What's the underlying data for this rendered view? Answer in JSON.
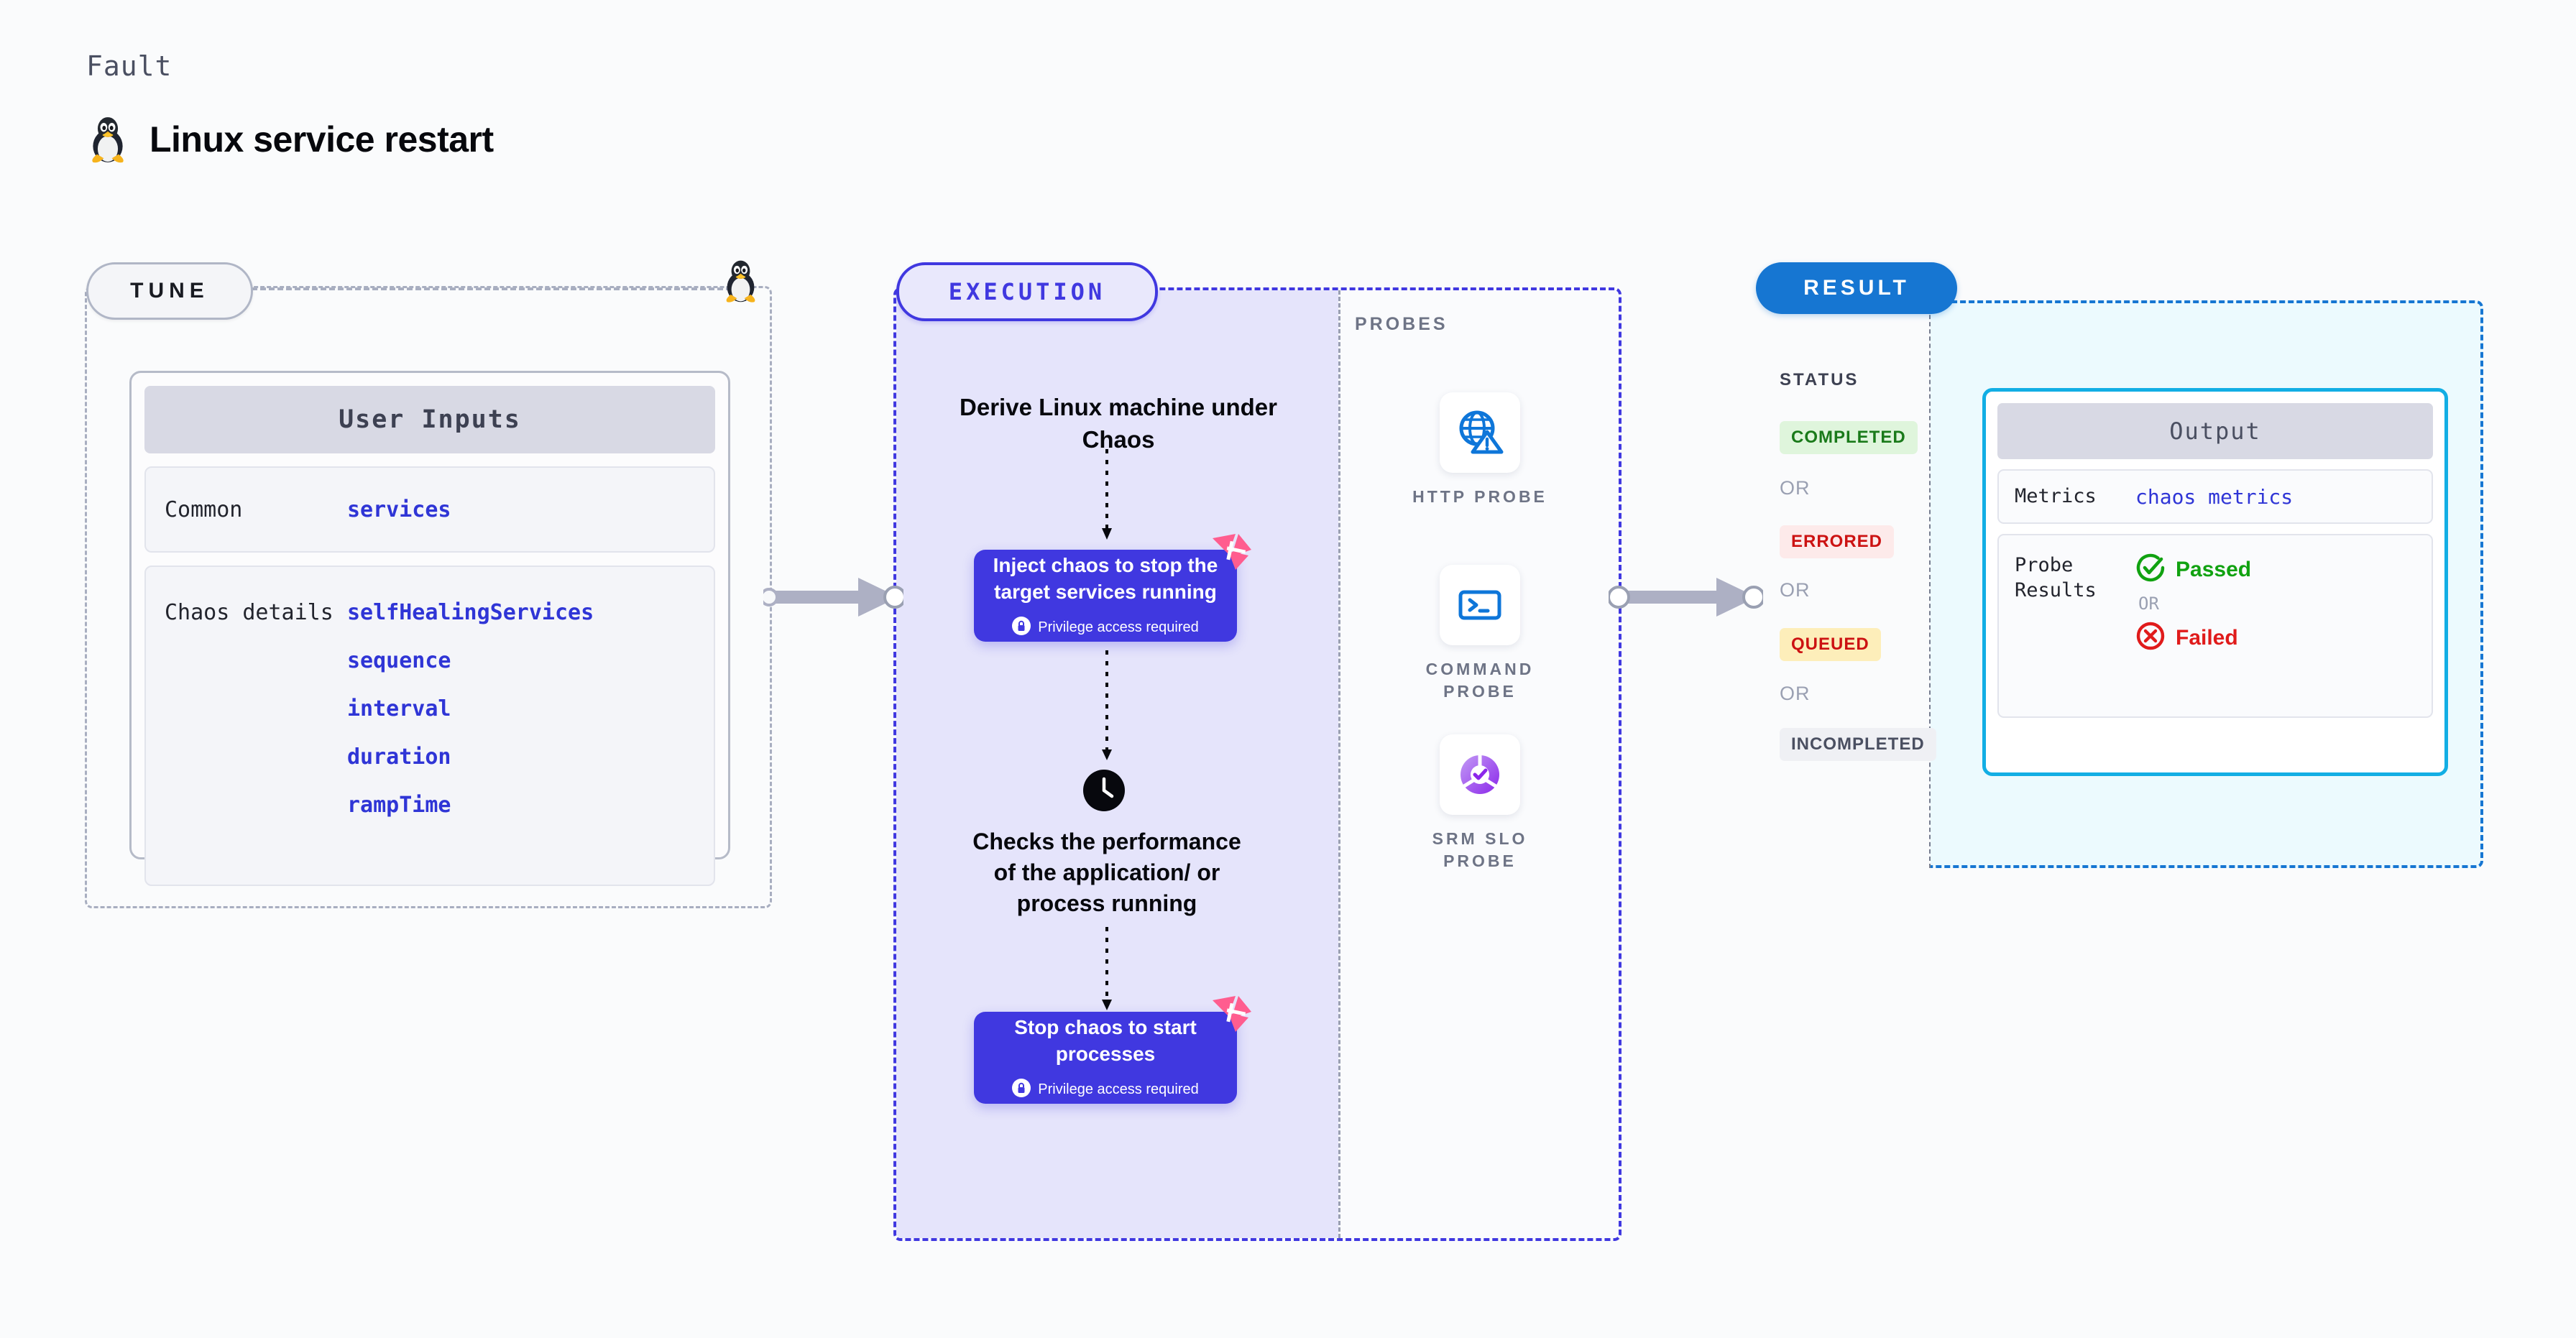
{
  "header": {
    "eyebrow": "Fault",
    "title": "Linux service restart",
    "icon": "linux-penguin-icon"
  },
  "tune": {
    "badge": "TUNE",
    "marker_icon": "linux-penguin-icon",
    "card": {
      "title": "User Inputs",
      "groups": [
        {
          "label": "Common",
          "values": [
            "services"
          ]
        },
        {
          "label": "Chaos details",
          "values": [
            "selfHealingServices",
            "sequence",
            "interval",
            "duration",
            "rampTime"
          ]
        }
      ]
    }
  },
  "execution": {
    "badge": "EXECUTION",
    "derive_text": "Derive Linux machine under Chaos",
    "inject_box": {
      "title": "Inject chaos to stop the target services running",
      "privilege": "Privilege access required",
      "lock_icon": "lock-icon",
      "corner_icon": "harness-logo-icon"
    },
    "checks_text": "Checks the performance of the application/ or process running",
    "clock_icon": "clock-icon",
    "stop_box": {
      "title": "Stop chaos to start processes",
      "privilege": "Privilege access required",
      "lock_icon": "lock-icon",
      "corner_icon": "harness-logo-icon"
    }
  },
  "probes": {
    "label": "PROBES",
    "items": [
      {
        "name": "HTTP PROBE",
        "icon": "globe-warning-icon"
      },
      {
        "name": "COMMAND PROBE",
        "icon": "terminal-prompt-icon"
      },
      {
        "name": "SRM SLO PROBE",
        "icon": "slo-check-icon"
      }
    ]
  },
  "result": {
    "badge": "RESULT",
    "status_label": "STATUS",
    "or_label": "OR",
    "statuses": [
      {
        "label": "COMPLETED",
        "color": "#1a7a1a",
        "bg": "#dff5dc"
      },
      {
        "label": "ERRORED",
        "color": "#cc1212",
        "bg": "#fdeaea"
      },
      {
        "label": "QUEUED",
        "color": "#cc1212",
        "bg": "#fdeeba"
      },
      {
        "label": "INCOMPLETED",
        "color": "#4a4f61",
        "bg": "#eff0f4"
      }
    ],
    "output": {
      "title": "Output",
      "metrics_label": "Metrics",
      "metrics_value": "chaos metrics",
      "probe_results_label": "Probe Results",
      "passed_label": "Passed",
      "failed_label": "Failed",
      "or_label": "OR",
      "passed_icon": "check-circle-icon",
      "failed_icon": "x-circle-icon",
      "passed_color": "#11a211",
      "failed_color": "#e01b1b"
    }
  },
  "connectors": {
    "arrow1_icon": "right-arrow-connector",
    "arrow2_icon": "right-arrow-connector"
  },
  "colors": {
    "brand_purple": "#4038e0",
    "brand_blue": "#1676d2",
    "cyan": "#12aee4",
    "harness_pink": "#ff5d8f"
  }
}
